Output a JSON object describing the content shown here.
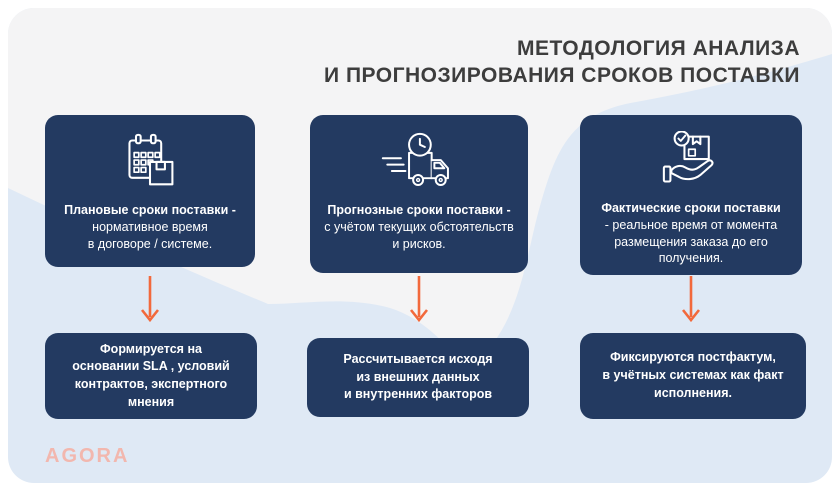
{
  "title": {
    "line1": "МЕТОДОЛОГИЯ АНАЛИЗА",
    "line2": "И ПРОГНОЗИРОВАНИЯ СРОКОВ ПОСТАВКИ"
  },
  "columns": [
    {
      "icon": "calendar-package-icon",
      "heading": "Плановые сроки поставки -",
      "description": "нормативное время\nв договоре / системе.",
      "outcome": "Формируется на\nосновании SLA , условий\nконтрактов, экспертного\nмнения"
    },
    {
      "icon": "truck-clock-icon",
      "heading": "Прогнозные сроки поставки -",
      "description": "с учётом текущих обстоятельств\nи рисков.",
      "outcome": "Рассчитывается  исходя\nиз внешних данных\nи внутренних факторов"
    },
    {
      "icon": "hand-box-check-icon",
      "heading": "Фактические сроки поставки",
      "description": "-  реальное время от момента\nразмещения заказа до его\nполучения.",
      "outcome": "Фиксируются постфактум,\nв учётных системах как факт\nисполнения."
    }
  ],
  "logo_text": "AGORA",
  "colors": {
    "card_navy": "#233a61",
    "arrow_orange": "#f2693c",
    "background_blue": "#dfe9f5",
    "background_white": "#f4f4f5",
    "title_gray": "#3d3d3d",
    "logo_pink": "#f2b7ae"
  }
}
